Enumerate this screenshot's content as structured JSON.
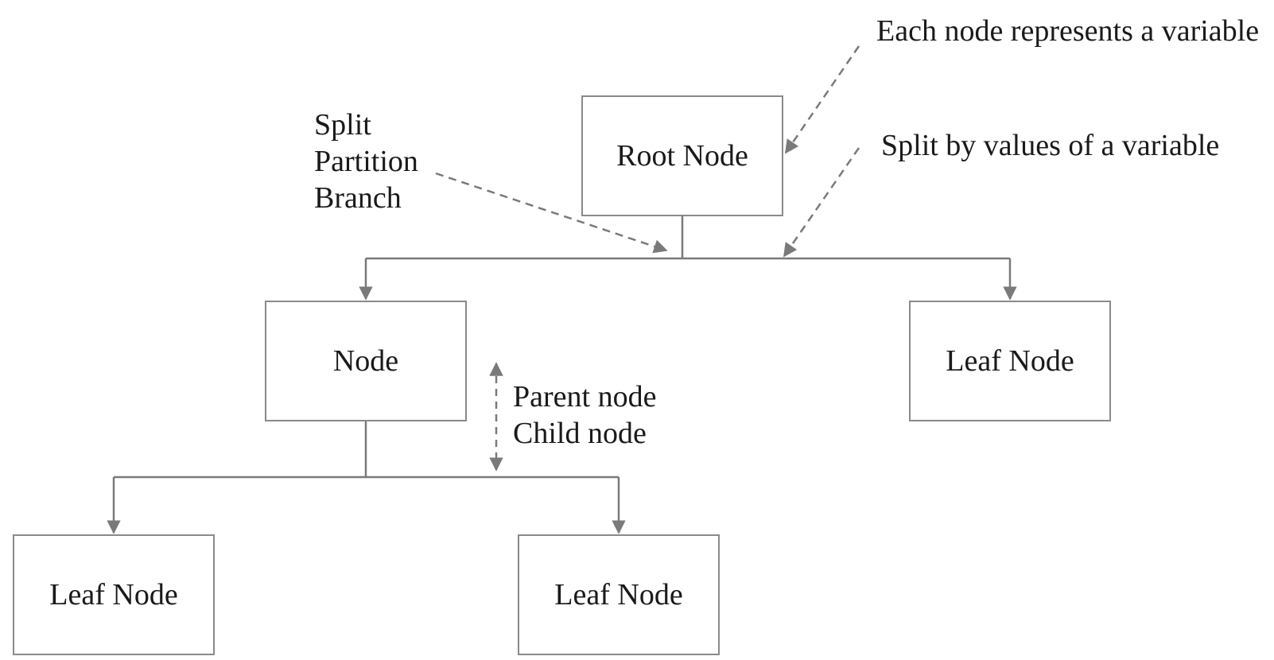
{
  "nodes": {
    "root": "Root Node",
    "internal": "Node",
    "leaf_right": "Leaf Node",
    "leaf_bottom_left": "Leaf Node",
    "leaf_bottom_middle": "Leaf Node"
  },
  "annotations": {
    "node_variable": "Each node represents a variable",
    "split_values": "Split by values of a variable",
    "split_terms": [
      "Split",
      "Partition",
      "Branch"
    ],
    "relation_terms": [
      "Parent node",
      "Child node"
    ]
  },
  "colors": {
    "connector": "#7a7a7a",
    "border": "#8a8a8a",
    "text": "#1a1a1a",
    "background": "#ffffff"
  }
}
